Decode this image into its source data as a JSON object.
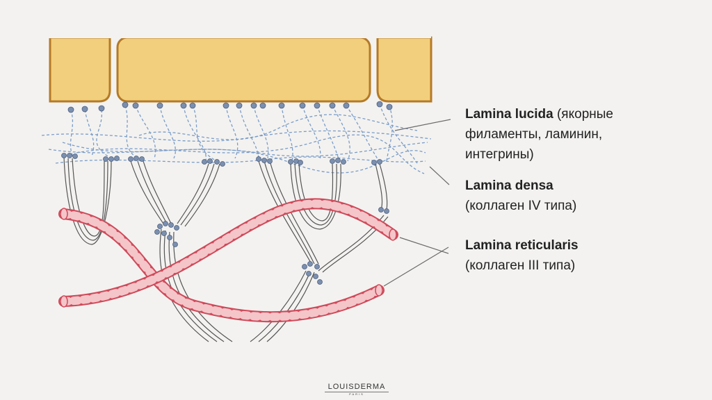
{
  "labels": {
    "lucida": {
      "term": "Lamina lucida",
      "desc1": " (якорные",
      "desc2": "филаменты, ламинин,",
      "desc3": "интегрины)"
    },
    "densa": {
      "term": "Lamina densa",
      "desc": "(коллаген IV типа)"
    },
    "reticularis": {
      "term": "Lamina reticularis",
      "desc": "(коллаген III типа)"
    }
  },
  "logo": {
    "name": "LOUISDERMA",
    "sub": "PARIS"
  },
  "colors": {
    "cell_fill": "#f2cf7c",
    "cell_border": "#b57a26",
    "filament_blue": "#7a9cc8",
    "knob": "#7b8fae",
    "collagen_red": "#cf4a5a",
    "collagen_pink": "#f4c5c9",
    "fibril": "#555555",
    "leader": "#6b6b6b"
  }
}
